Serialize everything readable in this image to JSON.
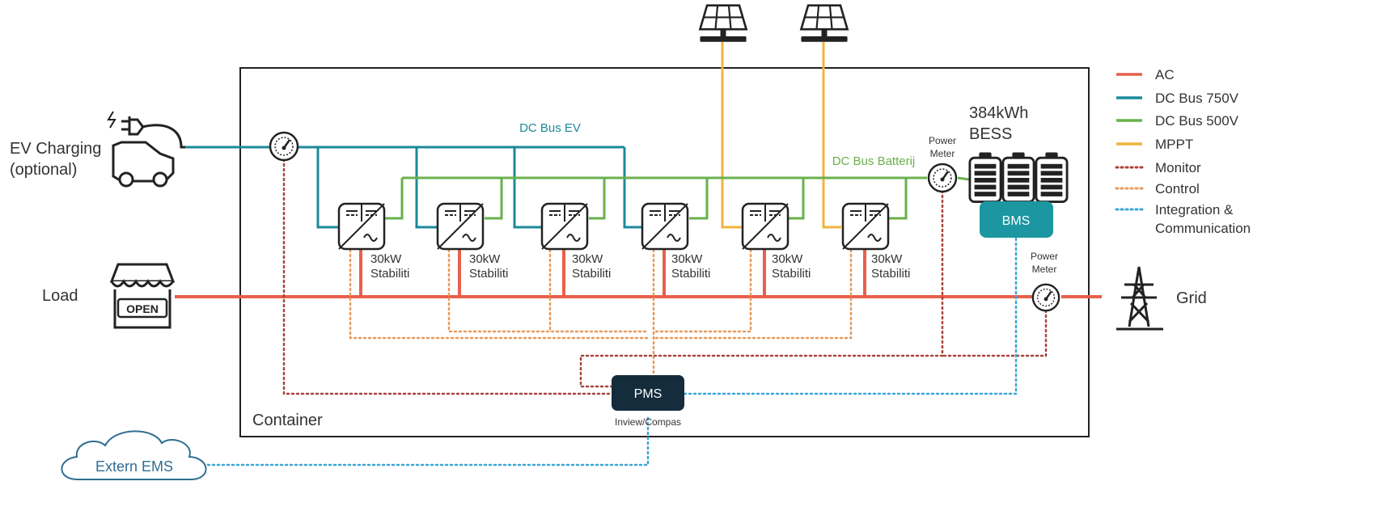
{
  "labels": {
    "ev_charging": "EV Charging",
    "ev_optional": "(optional)",
    "load": "Load",
    "open_sign": "OPEN",
    "grid": "Grid",
    "container": "Container",
    "dc_bus_ev": "DC Bus EV",
    "dc_bus_batterij": "DC Bus Batterij",
    "power_meter_line1": "Power",
    "power_meter_line2": "Meter",
    "bess_line1": "384kWh",
    "bess_line2": "BESS",
    "bms": "BMS",
    "pms": "PMS",
    "pms_sub": "Inview/Compas",
    "extern_ems": "Extern EMS"
  },
  "converters": [
    {
      "line1": "30kW",
      "line2": "Stabiliti"
    },
    {
      "line1": "30kW",
      "line2": "Stabiliti"
    },
    {
      "line1": "30kW",
      "line2": "Stabiliti"
    },
    {
      "line1": "30kW",
      "line2": "Stabiliti"
    },
    {
      "line1": "30kW",
      "line2": "Stabiliti"
    },
    {
      "line1": "30kW",
      "line2": "Stabiliti"
    }
  ],
  "legend": [
    {
      "label": "AC",
      "color": "#e8604c",
      "style": "solid"
    },
    {
      "label": "DC Bus 750V",
      "color": "#1b8a9a",
      "style": "solid"
    },
    {
      "label": "DC Bus 500V",
      "color": "#6ab04c",
      "style": "solid"
    },
    {
      "label": "MPPT",
      "color": "#f0b43c",
      "style": "solid"
    },
    {
      "label": "Monitor",
      "color": "#a9443a",
      "style": "dotted"
    },
    {
      "label": "Control",
      "color": "#e89a5a",
      "style": "dotted"
    },
    {
      "label": "Integration &",
      "label2": "Communication",
      "color": "#3aa6d8",
      "style": "dotted"
    }
  ],
  "colors": {
    "ac": "#e8604c",
    "dc750": "#1b8a9a",
    "dc500": "#6ab04c",
    "mppt": "#f0b43c",
    "monitor": "#a9443a",
    "control": "#e89a5a",
    "integration": "#3aa6d8",
    "pms_fill": "#142c3c",
    "bms_fill": "#1c96a0"
  }
}
